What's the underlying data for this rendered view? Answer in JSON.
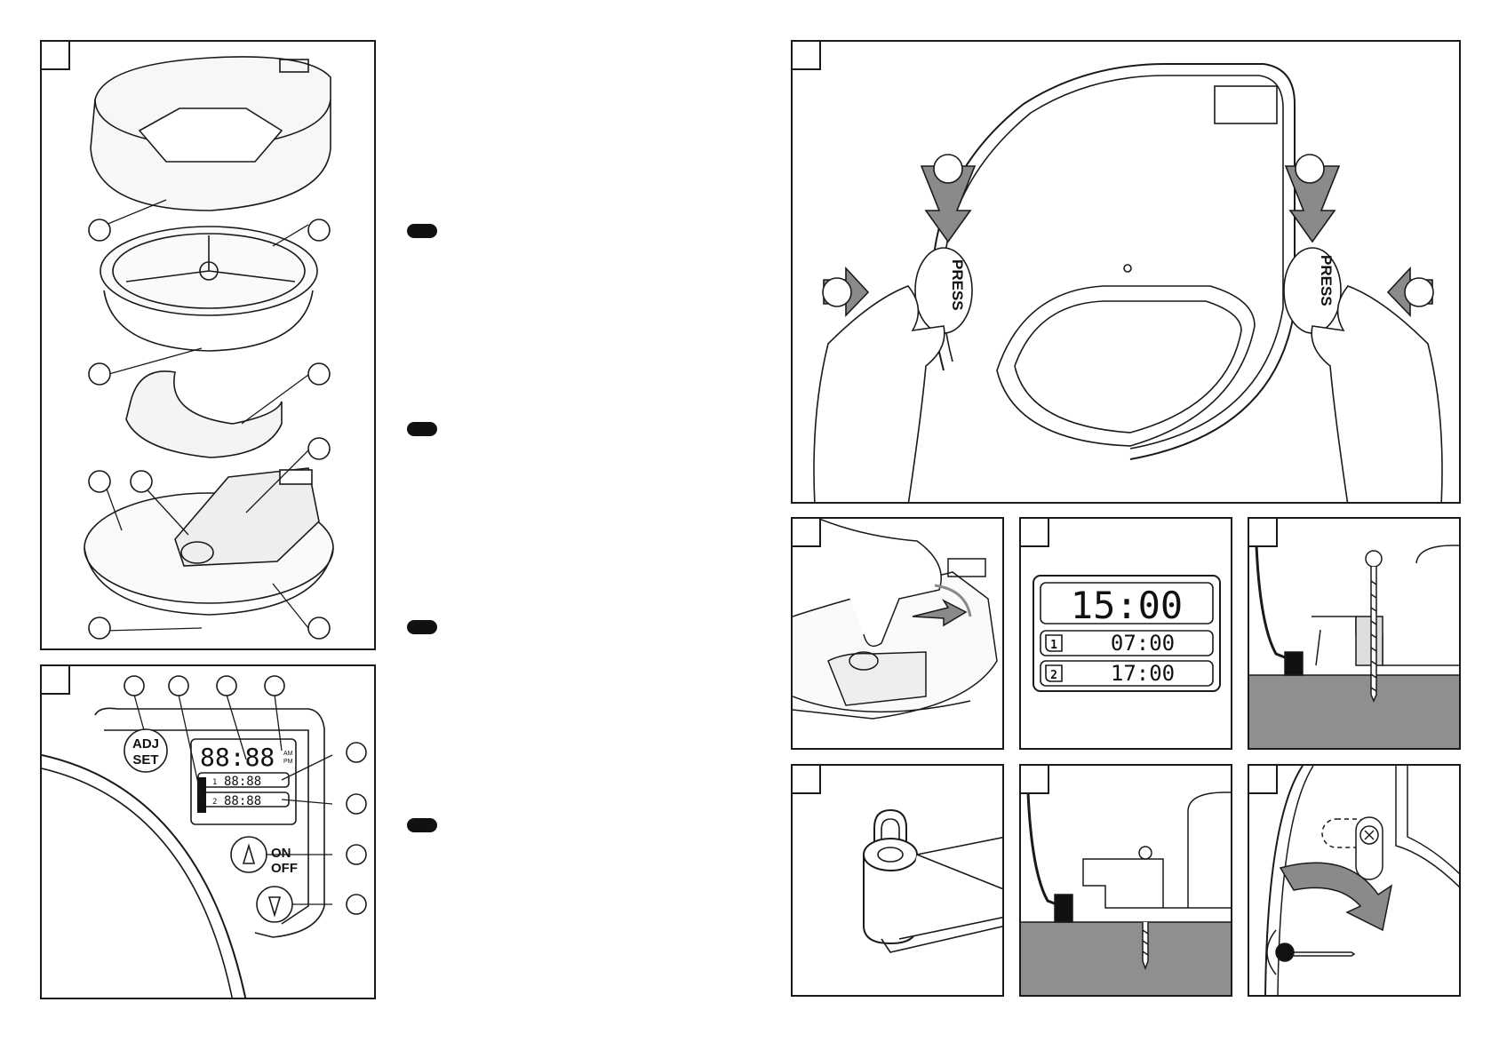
{
  "panel_a": {
    "keypad": {
      "adj_label": "ADJ",
      "set_label": "SET",
      "on_label": "ON",
      "off_label": "OFF",
      "main_digits": "88:88",
      "timer1_digits": "88:88",
      "timer2_digits": "88:88",
      "timer1_index": "1",
      "timer2_index": "2",
      "am": "AM",
      "pm": "PM"
    }
  },
  "panel_press": {
    "left_label": "PRESS",
    "right_label": "PRESS"
  },
  "panel_display": {
    "main_time": "15:00",
    "timer1_index": "1",
    "timer1_time": "07:00",
    "timer2_index": "2",
    "timer2_time": "17:00"
  },
  "colors": {
    "line": "#1a1a1a",
    "ground": "#8f8f8f",
    "arrow": "#8a8a8a"
  }
}
